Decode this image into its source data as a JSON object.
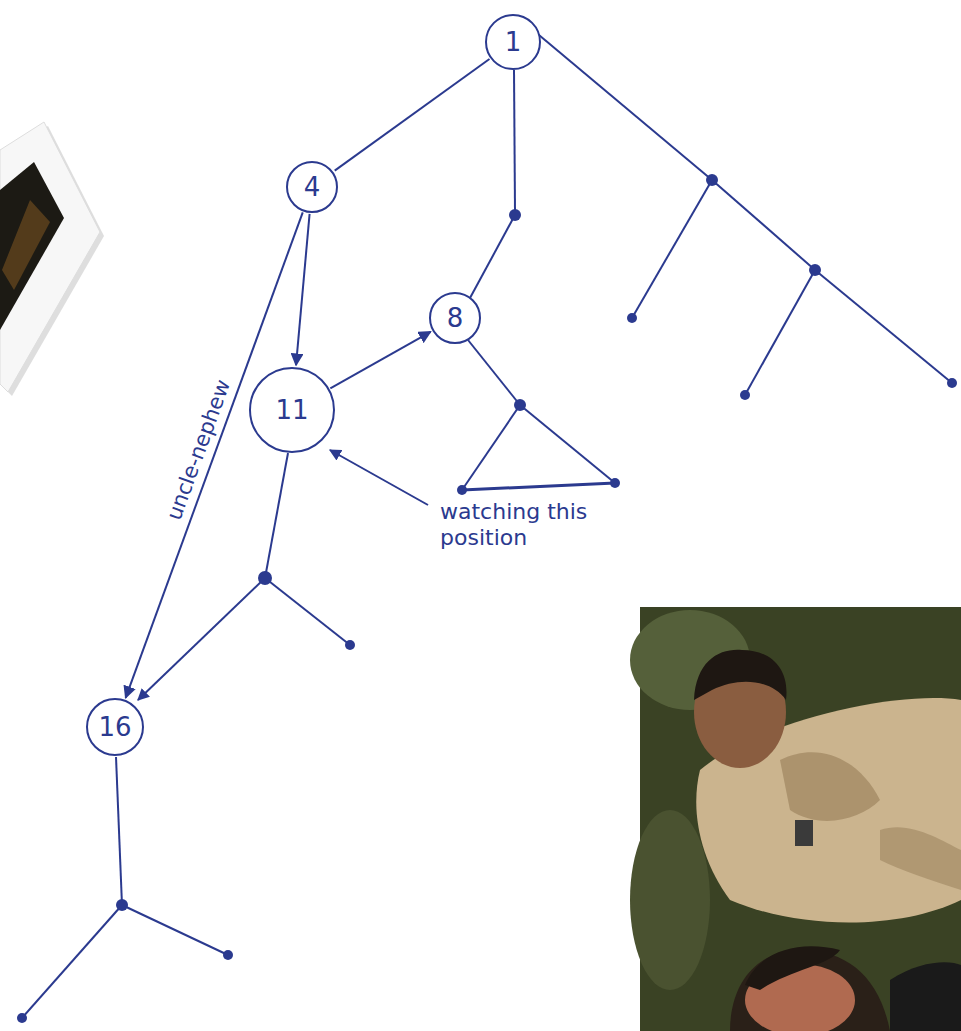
{
  "diagram": {
    "nodes": [
      {
        "text": [
          "1"
        ]
      },
      {
        "text": [
          "4"
        ]
      },
      {
        "text": [
          "8"
        ]
      },
      {
        "text": [
          "11"
        ]
      },
      {
        "text": [
          "16"
        ]
      }
    ],
    "edges": [
      {
        "from": 0,
        "to": 1,
        "arrow": "none"
      },
      {
        "from": 1,
        "to": 3,
        "arrow": "to"
      },
      {
        "from": 3,
        "to": 2,
        "arrow": "to"
      },
      {
        "from": 1,
        "to": 4,
        "arrow": "to",
        "label": "uncle-nephew"
      }
    ],
    "labels": [
      "watching this position"
    ]
  }
}
